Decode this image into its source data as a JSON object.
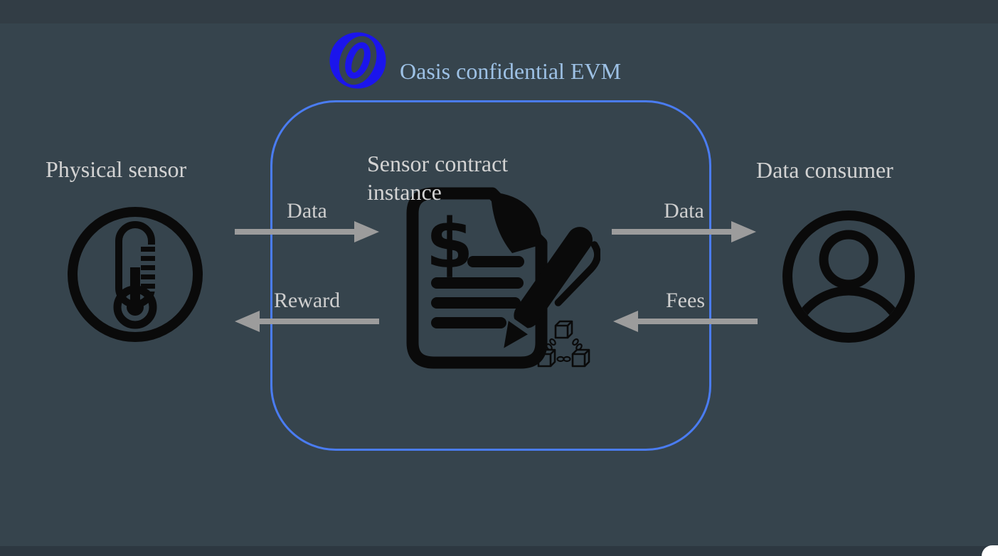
{
  "slide": {
    "background_color": "#36444d",
    "top_band_color": "#323d45",
    "bottom_band_color": "#2d3841",
    "corner_color": "#ffffff"
  },
  "header": {
    "logo_icon": "oasis-network-logo",
    "logo_color": "#1b15ec",
    "title": "Oasis confidential EVM",
    "title_color": "#9dc1e5"
  },
  "evm_box": {
    "border_color": "#4a7cf2"
  },
  "nodes": {
    "sensor": {
      "label": "Physical sensor",
      "icon": "thermometer-icon"
    },
    "contract": {
      "label": "Sensor contract instance",
      "icon": "smart-contract-icon",
      "dollar_glyph": "$"
    },
    "consumer": {
      "label": "Data consumer",
      "icon": "person-icon"
    }
  },
  "flows": {
    "data_in": {
      "label": "Data",
      "direction": "right",
      "from": "Physical sensor",
      "to": "Sensor contract instance"
    },
    "reward": {
      "label": "Reward",
      "direction": "left",
      "from": "Sensor contract instance",
      "to": "Physical sensor"
    },
    "data_out": {
      "label": "Data",
      "direction": "right",
      "from": "Sensor contract instance",
      "to": "Data consumer"
    },
    "fees": {
      "label": "Fees",
      "direction": "left",
      "from": "Data consumer",
      "to": "Sensor contract instance"
    }
  },
  "palette": {
    "icon_black": "#0a0a0a",
    "arrow_gray": "#9c9c9c",
    "label_gray": "#d3d3d3"
  }
}
